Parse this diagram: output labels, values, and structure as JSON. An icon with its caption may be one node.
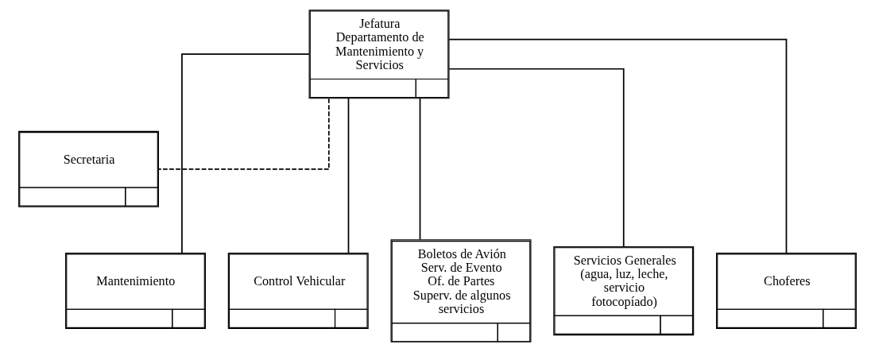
{
  "diagram": {
    "nodes": [
      {
        "text": [
          "Jefatura Departamento de Mantenimiento y Servicios"
        ]
      },
      {
        "text": [
          "Secretaria"
        ]
      },
      {
        "text": [
          "Mantenimiento"
        ]
      },
      {
        "text": [
          "Control Vehicular"
        ]
      },
      {
        "text": [
          "Boletos de Avión",
          "Serv. de Evento",
          "Of. de Partes",
          "Superv. de algunos servicios"
        ]
      },
      {
        "text": [
          "Servicios Generales (agua, luz, leche, servicio fotocopíado)"
        ]
      },
      {
        "text": [
          "Choferes"
        ]
      }
    ],
    "edges": [
      {
        "from": 0,
        "to": 1,
        "arrow": "none",
        "style": "dashed"
      },
      {
        "from": 0,
        "to": 2,
        "arrow": "none"
      },
      {
        "from": 0,
        "to": 3,
        "arrow": "none"
      },
      {
        "from": 0,
        "to": 4,
        "arrow": "none"
      },
      {
        "from": 0,
        "to": 5,
        "arrow": "none"
      },
      {
        "from": 0,
        "to": 6,
        "arrow": "none"
      }
    ]
  }
}
